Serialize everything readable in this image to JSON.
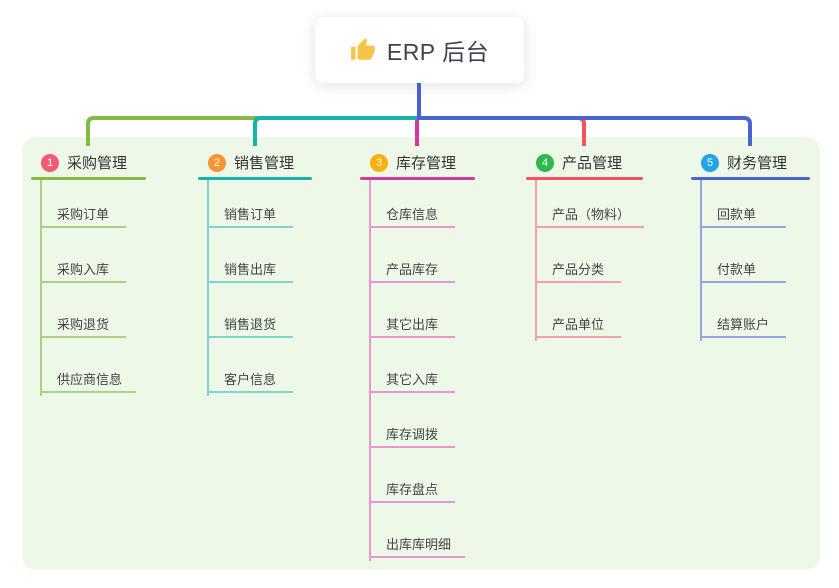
{
  "root": {
    "label": "ERP 后台",
    "icon": "thumbs-up-icon",
    "icon_color": "#f6c545",
    "line_color": "#4a5fd8"
  },
  "canvas": {
    "background": "#edf8e9"
  },
  "branches": [
    {
      "number": "1",
      "label": "采购管理",
      "badge_color": "#f25c72",
      "line_color": "#84bb44",
      "line_light": "#abd37f",
      "children": [
        "采购订单",
        "采购入库",
        "采购退货",
        "供应商信息"
      ]
    },
    {
      "number": "2",
      "label": "销售管理",
      "badge_color": "#fb9334",
      "line_color": "#16b3ab",
      "line_light": "#82d3c8",
      "children": [
        "销售订单",
        "销售出库",
        "销售退货",
        "客户信息"
      ]
    },
    {
      "number": "3",
      "label": "库存管理",
      "badge_color": "#ffb005",
      "line_color": "#d4389f",
      "line_light": "#ea96cd",
      "children": [
        "仓库信息",
        "产品库存",
        "其它出库",
        "其它入库",
        "库存调拨",
        "库存盘点",
        "出库库明细"
      ]
    },
    {
      "number": "4",
      "label": "产品管理",
      "badge_color": "#2eb84e",
      "line_color": "#f4525f",
      "line_light": "#f8a0a8",
      "children": [
        "产品（物料）",
        "产品分类",
        "产品单位"
      ]
    },
    {
      "number": "5",
      "label": "财务管理",
      "badge_color": "#25a4e5",
      "line_color": "#4766cf",
      "line_light": "#93a5e3",
      "children": [
        "回款单",
        "付款单",
        "结算账户"
      ]
    }
  ]
}
